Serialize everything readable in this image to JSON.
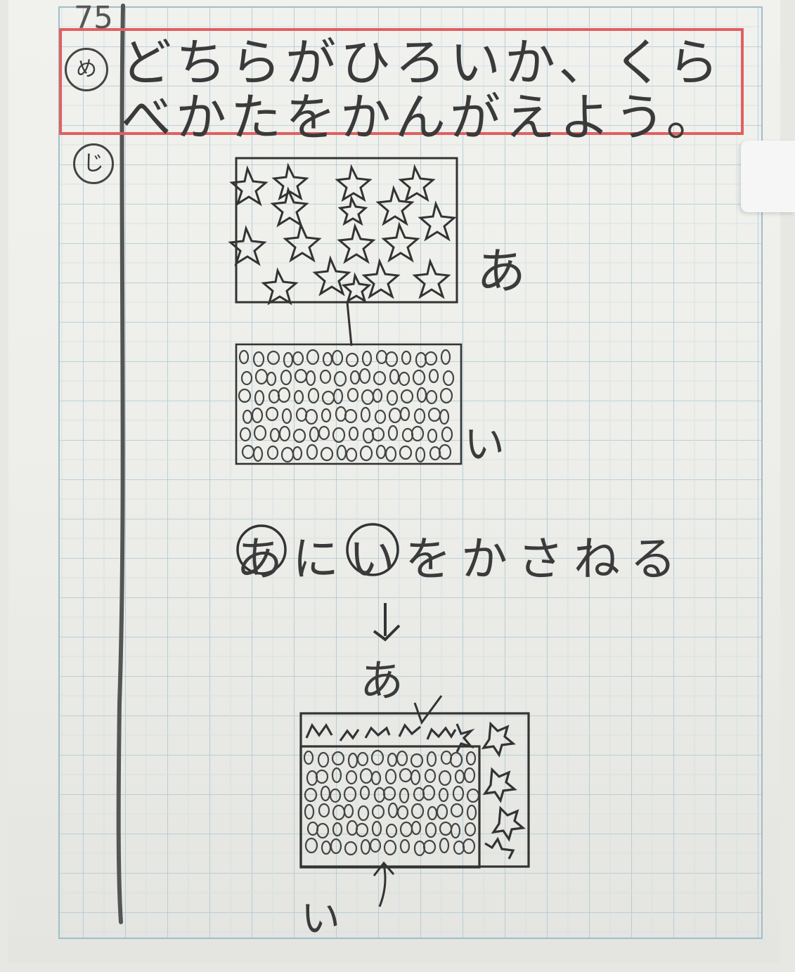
{
  "notebook": {
    "page_number": "75",
    "marks": {
      "problem": "め",
      "self": "じ"
    },
    "title_lines": [
      "どちらがひろいか、くら",
      "べかたをかんがえよう。"
    ],
    "labels": {
      "shape_a": "あ",
      "shape_i": "い",
      "overlap_caption": "あにいをかさねる",
      "caption_circled_a": "あ",
      "caption_circled_i": "い",
      "arrow": "↓",
      "result_a": "あ",
      "result_i": "い"
    },
    "colors": {
      "title_box": "#e06060",
      "grid": "#a9c8d2",
      "pencil": "#3b3b3b"
    }
  }
}
